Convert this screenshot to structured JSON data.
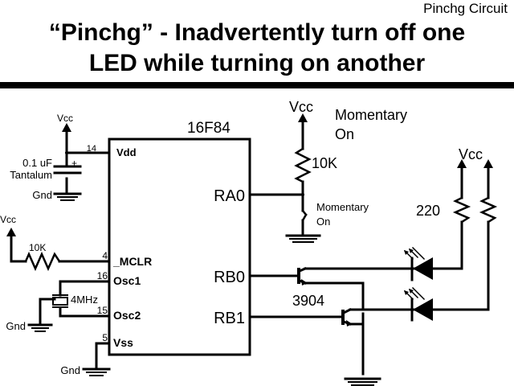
{
  "header": {
    "subtitle": "Pinchg Circuit",
    "title_line1": "“Pinchg” - Inadvertently turn off one",
    "title_line2": "LED while turning on another"
  },
  "mcu": {
    "part": "16F84",
    "pins": [
      {
        "number": "14",
        "name": "Vdd"
      },
      {
        "number": "4",
        "name": "_MCLR"
      },
      {
        "number": "16",
        "name": "Osc1"
      },
      {
        "number": "15",
        "name": "Osc2"
      },
      {
        "number": "5",
        "name": "Vss"
      }
    ],
    "ports": [
      "RA0",
      "RB0",
      "RB1"
    ]
  },
  "power": {
    "vcc_label": "Vcc",
    "gnd_label": "Gnd"
  },
  "capacitor": {
    "value": "0.1 uF",
    "type": "Tantalum",
    "polarity": "+"
  },
  "mclr_resistor": {
    "value": "10K"
  },
  "crystal": {
    "value": "4MHz"
  },
  "pullup_resistor": {
    "value": "10K"
  },
  "switch": {
    "label_line1": "Momentary",
    "label_line2": "On"
  },
  "switch_top_label": {
    "line1": "Momentary",
    "line2": "On"
  },
  "led_resistor": {
    "value": "220"
  },
  "transistor": {
    "part": "3904"
  }
}
